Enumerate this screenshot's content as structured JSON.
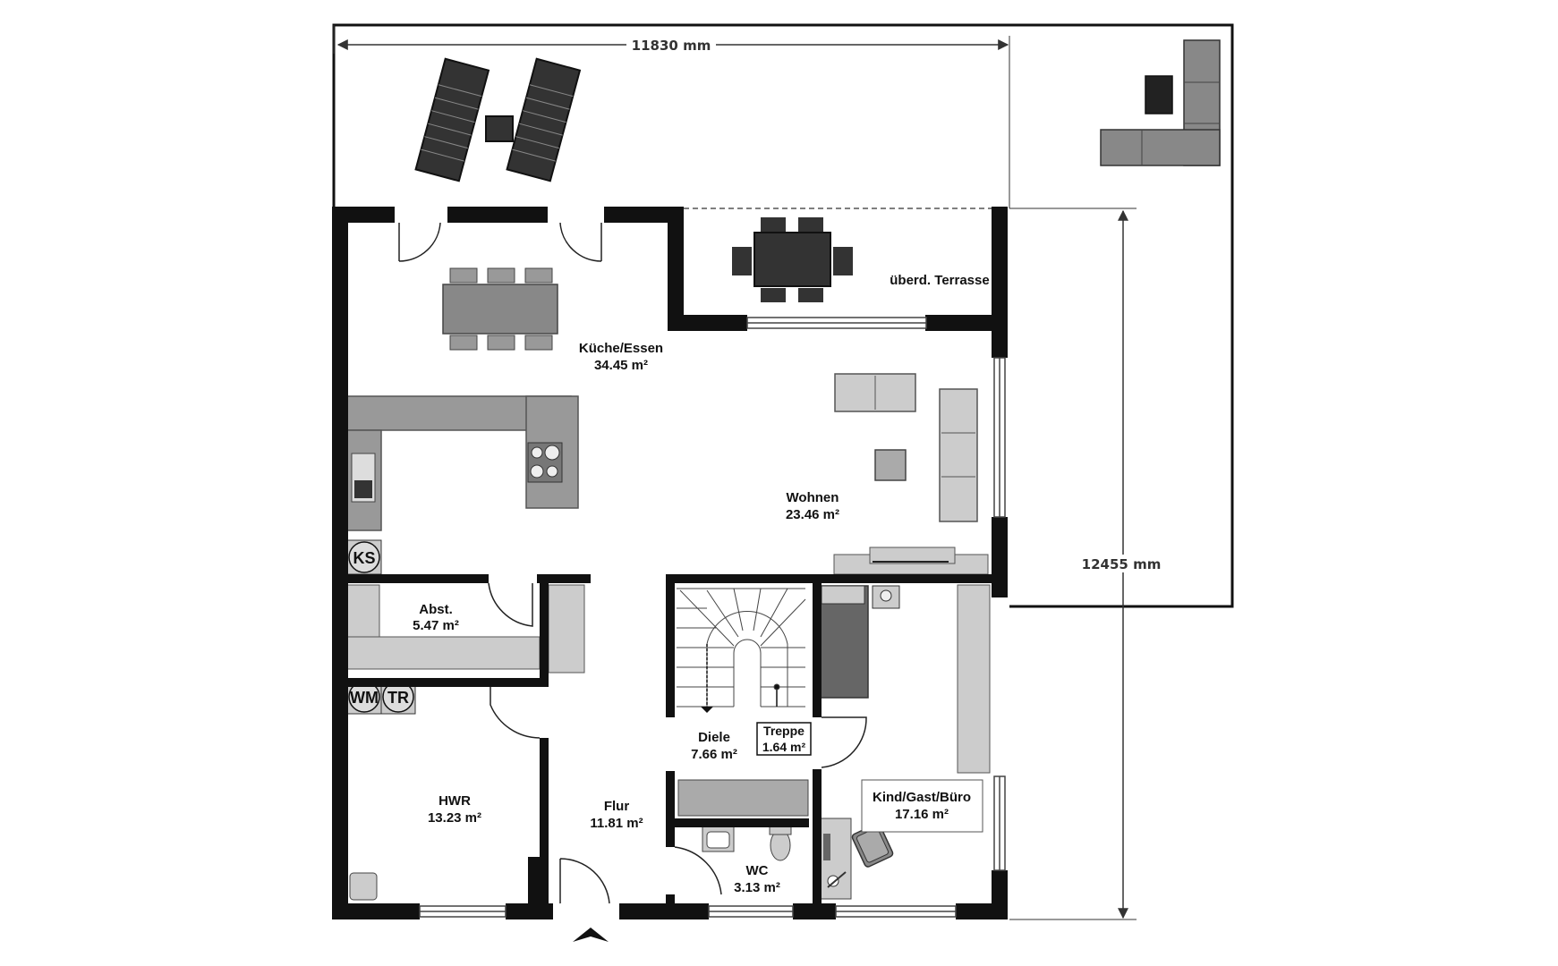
{
  "dimensions": {
    "width": "11830 mm",
    "depth": "12455 mm"
  },
  "rooms": [
    {
      "id": "kueche",
      "name": "Küche/Essen",
      "area": "34.45 m²"
    },
    {
      "id": "terrasse",
      "name": "überd. Terrasse",
      "area": ""
    },
    {
      "id": "wohnen",
      "name": "Wohnen",
      "area": "23.46 m²"
    },
    {
      "id": "abst",
      "name": "Abst.",
      "area": "5.47 m²"
    },
    {
      "id": "hwr",
      "name": "HWR",
      "area": "13.23 m²"
    },
    {
      "id": "flur",
      "name": "Flur",
      "area": "11.81 m²"
    },
    {
      "id": "diele",
      "name": "Diele",
      "area": "7.66 m²"
    },
    {
      "id": "treppe",
      "name": "Treppe",
      "area": "1.64 m²"
    },
    {
      "id": "kind",
      "name": "Kind/Gast/Büro",
      "area": "17.16 m²"
    },
    {
      "id": "wc",
      "name": "WC",
      "area": "3.13 m²"
    }
  ],
  "appliances": {
    "fridge": "KS",
    "washer": "WM",
    "dryer": "TR"
  },
  "colors": {
    "wall": "#111111",
    "furniture": "#9a9a9a",
    "furniture_dark": "#555555",
    "dimension_line": "#333333"
  }
}
